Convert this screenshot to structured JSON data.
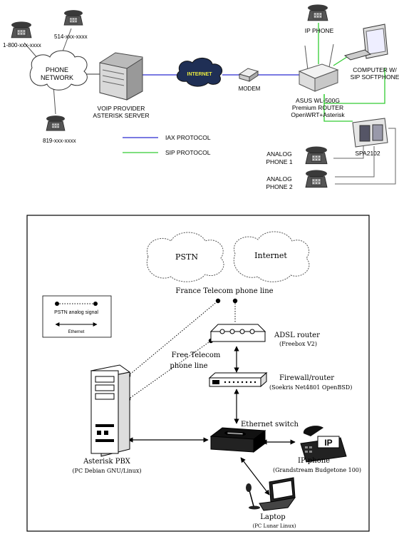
{
  "top": {
    "phone_network": [
      "PHONE",
      "NETWORK"
    ],
    "num_1800": "1-800-xxx-xxxx",
    "num_514": "514-xxx-xxxx",
    "num_819": "819-xxx-xxxx",
    "voip_provider": [
      "VOIP PROVIDER",
      "ASTERISK SERVER"
    ],
    "internet": "INTERNET",
    "modem": "MODEM",
    "ip_phone": "IP PHONE",
    "computer": [
      "COMPUTER W/",
      "SIP SOFTPHONE"
    ],
    "router": [
      "ASUS WL-500G",
      "Premium ROUTER",
      "OpenWRT+Asterisk"
    ],
    "spa": "SPA2102",
    "analog1": [
      "ANALOG",
      "PHONE 1"
    ],
    "analog2": [
      "ANALOG",
      "PHONE 2"
    ],
    "legend": {
      "iax": "IAX PROTOCOL",
      "sip": "SIP PROTOCOL",
      "iax_color": "#2a2ad0",
      "sip_color": "#33cc33"
    }
  },
  "bottom": {
    "pstn": "PSTN",
    "internet": "Internet",
    "france_telecom": "France Telecom phone line",
    "legend_pstn": "PSTN analog signal",
    "legend_ethernet": "Ethernet",
    "adsl_router": "ADSL router",
    "adsl_sub": "(Freebox V2)",
    "free_telecom": [
      "Free Telecom",
      "phone line"
    ],
    "firewall": "Firewall/router",
    "firewall_sub": "(Soekris Net4801 OpenBSD)",
    "ethernet_switch": "Ethernet switch",
    "ip_phone": "IP phone",
    "ip_phone_sub": "(Grandstream Budgetone 100)",
    "ip_label": "IP",
    "asterisk": "Asterisk PBX",
    "asterisk_sub": "(PC Debian GNU/Linux)",
    "laptop": "Laptop",
    "laptop_sub": "(PC Lunar Linux)"
  }
}
